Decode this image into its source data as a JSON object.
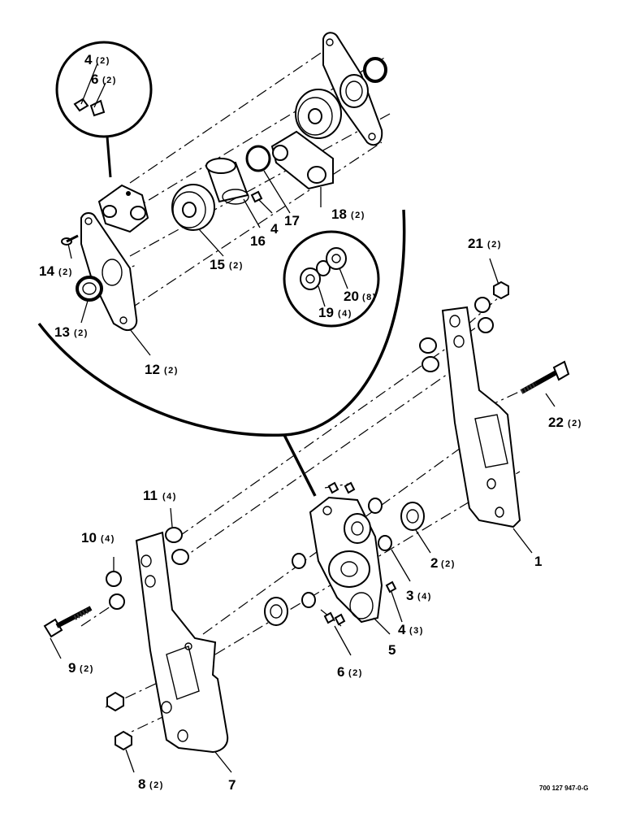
{
  "figure_number": "700 127 947-0-G",
  "callouts": {
    "c1": {
      "num": "1",
      "qty": ""
    },
    "c2": {
      "num": "2",
      "qty": "(2)"
    },
    "c3": {
      "num": "3",
      "qty": "(4)"
    },
    "c4a": {
      "num": "4",
      "qty": "(3)"
    },
    "c4b": {
      "num": "4",
      "qty": "(2)"
    },
    "c4c": {
      "num": "4",
      "qty": ""
    },
    "c5": {
      "num": "5",
      "qty": ""
    },
    "c6a": {
      "num": "6",
      "qty": "(2)"
    },
    "c6b": {
      "num": "6",
      "qty": "(2)"
    },
    "c7": {
      "num": "7",
      "qty": ""
    },
    "c8": {
      "num": "8",
      "qty": "(2)"
    },
    "c9": {
      "num": "9",
      "qty": "(2)"
    },
    "c10": {
      "num": "10",
      "qty": "(4)"
    },
    "c11": {
      "num": "11",
      "qty": "(4)"
    },
    "c12": {
      "num": "12",
      "qty": "(2)"
    },
    "c13": {
      "num": "13",
      "qty": "(2)"
    },
    "c14": {
      "num": "14",
      "qty": "(2)"
    },
    "c15": {
      "num": "15",
      "qty": "(2)"
    },
    "c16": {
      "num": "16",
      "qty": ""
    },
    "c17": {
      "num": "17",
      "qty": ""
    },
    "c18": {
      "num": "18",
      "qty": "(2)"
    },
    "c19": {
      "num": "19",
      "qty": "(4)"
    },
    "c20": {
      "num": "20",
      "qty": "(8)"
    },
    "c21": {
      "num": "21",
      "qty": "(2)"
    },
    "c22": {
      "num": "22",
      "qty": "(2)"
    }
  }
}
